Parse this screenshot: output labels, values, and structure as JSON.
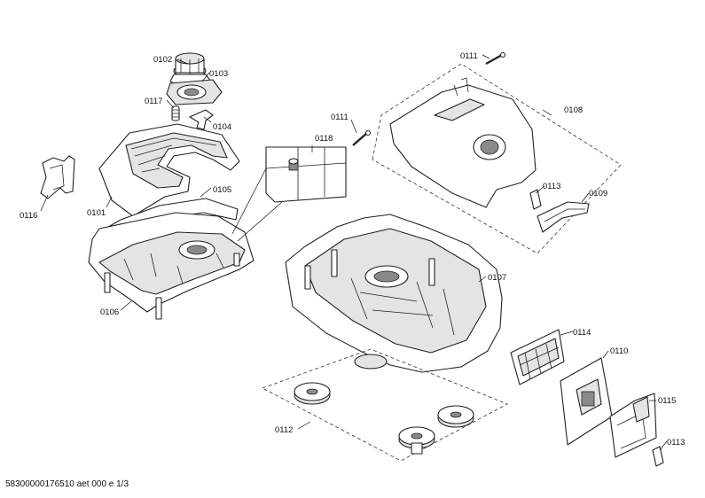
{
  "labels": {
    "p0102": "0102",
    "p0103": "0103",
    "p0117": "0117",
    "p0104": "0104",
    "p0116": "0116",
    "p0101": "0101",
    "p0105": "0105",
    "p0106": "0106",
    "p0118": "0118",
    "p0111a": "0111",
    "p0111b": "0111",
    "p0108": "0108",
    "p0113a": "0113",
    "p0109": "0109",
    "p0107": "0107",
    "p0114": "0114",
    "p0110": "0110",
    "p0115": "0115",
    "p0113b": "0113",
    "p0112": "0112"
  },
  "footer": "58300000176510 aet 000 e 1/3"
}
